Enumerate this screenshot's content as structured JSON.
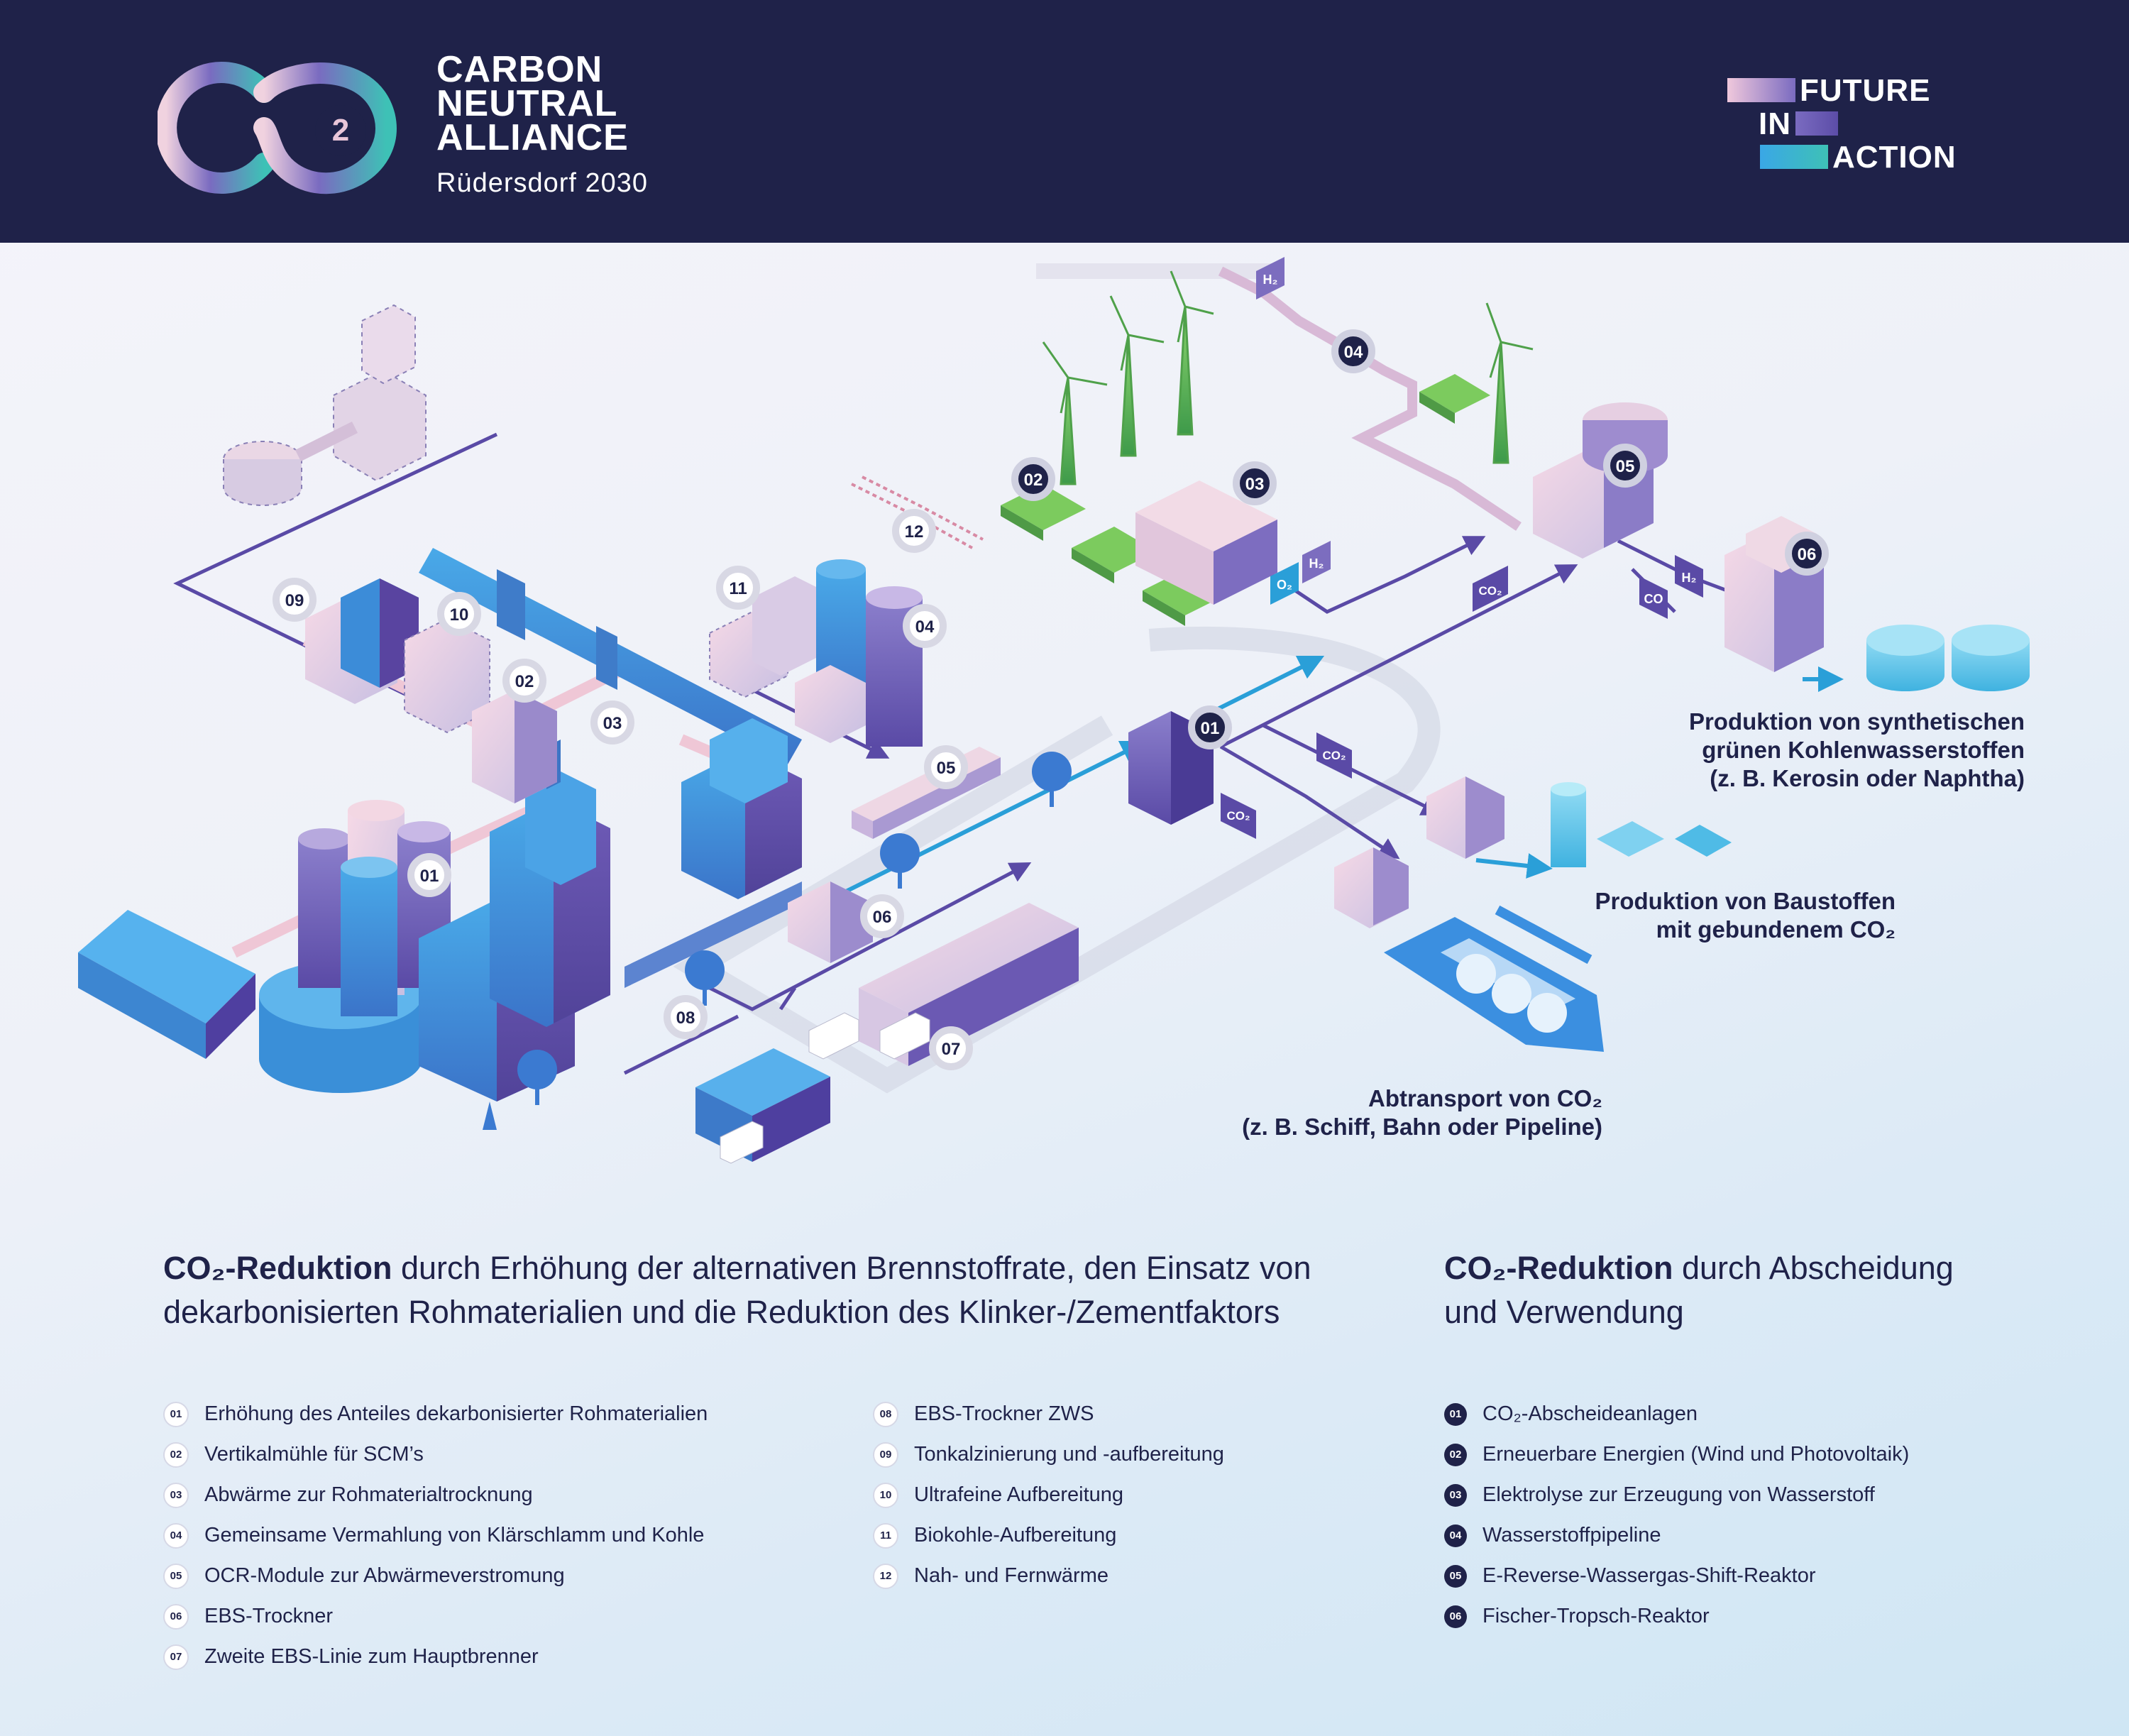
{
  "header": {
    "brand_line1": "CARBON",
    "brand_line2": "NEUTRAL",
    "brand_line3": "ALLIANCE",
    "brand_location": "Rüdersdorf 2030",
    "logo_superscript": "2",
    "partner_line1": "FUTURE",
    "partner_line2": "IN",
    "partner_line3": "ACTION"
  },
  "diagram": {
    "plant_badges": [
      "01",
      "02",
      "03",
      "04",
      "05",
      "06",
      "07",
      "08",
      "09",
      "10",
      "11",
      "12"
    ],
    "ccus_badges": [
      "01",
      "02",
      "03",
      "04",
      "05",
      "06"
    ],
    "gas_labels": {
      "h2": "H₂",
      "o2": "O₂",
      "co2": "CO₂",
      "co": "CO"
    },
    "callouts": {
      "synthetic_1": "Produktion von synthetischen",
      "synthetic_2": "grünen Kohlenwasserstoffen",
      "synthetic_3": "(z. B. Kerosin oder Naphtha)",
      "building_1": "Produktion von Baustoffen",
      "building_2": "mit gebundenem CO₂",
      "transport_1": "Abtransport von CO₂",
      "transport_2": "(z. B. Schiff, Bahn oder Pipeline)"
    }
  },
  "left_section": {
    "title_bold": "CO₂-Reduktion",
    "title_rest": " durch Erhöhung der alternativen Brennstoffrate, den Einsatz von dekarbonisierten Rohmaterialien und die Reduktion des Klinker-/Zementfaktors",
    "items_col1": [
      {
        "num": "01",
        "label": "Erhöhung des Anteiles dekarbonisierter Rohmaterialien"
      },
      {
        "num": "02",
        "label": "Vertikalmühle für SCM’s"
      },
      {
        "num": "03",
        "label": "Abwärme zur Rohmaterialtrocknung"
      },
      {
        "num": "04",
        "label": "Gemeinsame Vermahlung von Klärschlamm und Kohle"
      },
      {
        "num": "05",
        "label": "OCR-Module zur Abwärmeverstromung"
      },
      {
        "num": "06",
        "label": "EBS-Trockner"
      },
      {
        "num": "07",
        "label": "Zweite EBS-Linie zum Hauptbrenner"
      }
    ],
    "items_col2": [
      {
        "num": "08",
        "label": "EBS-Trockner ZWS"
      },
      {
        "num": "09",
        "label": "Tonkalzinierung und -aufbereitung"
      },
      {
        "num": "10",
        "label": "Ultrafeine Aufbereitung"
      },
      {
        "num": "11",
        "label": "Biokohle-Aufbereitung"
      },
      {
        "num": "12",
        "label": "Nah- und Fernwärme"
      }
    ]
  },
  "right_section": {
    "title_bold": "CO₂-Reduktion",
    "title_rest": " durch Abscheidung und Verwendung",
    "items": [
      {
        "num": "01",
        "label": "CO₂-Abscheideanlagen"
      },
      {
        "num": "02",
        "label": "Erneuerbare Energien (Wind und Photovoltaik)"
      },
      {
        "num": "03",
        "label": "Elektrolyse zur Erzeugung von Wasserstoff"
      },
      {
        "num": "04",
        "label": "Wasserstoffpipeline"
      },
      {
        "num": "05",
        "label": "E-Reverse-Wassergas-Shift-Reaktor"
      },
      {
        "num": "06",
        "label": "Fischer-Tropsch-Reaktor"
      }
    ]
  },
  "colors": {
    "navy": "#1f2249",
    "blue": "#3e8fd6",
    "purple": "#6c5fb0",
    "pink": "#e7c8d8",
    "green": "#6cc25a",
    "cyan": "#58c1e5"
  }
}
